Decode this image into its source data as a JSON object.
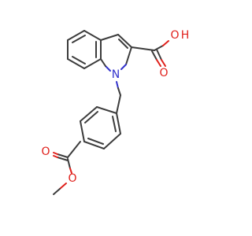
{
  "structure": {
    "atom_labels": {
      "hydroxyl_oxygen": "O",
      "hydroxyl_hydrogen": "H",
      "carbonyl_oxygen_acid": "O",
      "indole_nitrogen": "N",
      "carbonyl_oxygen_ester": "O",
      "ester_oxygen": "O"
    },
    "colors": {
      "bond": "#3c3c3c",
      "oxygen": "#e0201b",
      "nitrogen": "#3333cc",
      "background": "#ffffff"
    }
  }
}
